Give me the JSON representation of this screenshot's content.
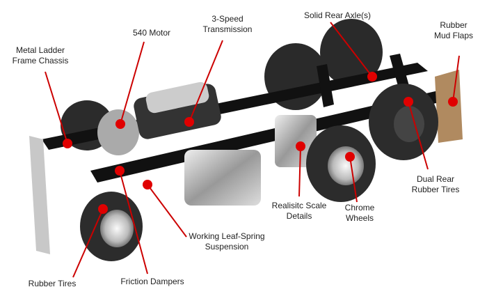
{
  "accent_color": "#e00000",
  "callouts": [
    {
      "id": "motor",
      "label": "540 Motor"
    },
    {
      "id": "transmission",
      "label": "3-Speed Transmission",
      "lines": [
        "3-Speed",
        "Transmission"
      ]
    },
    {
      "id": "rear-axle",
      "label": "Solid Rear Axle(s)"
    },
    {
      "id": "mud-flaps",
      "lines": [
        "Rubber",
        "Mud Flaps"
      ]
    },
    {
      "id": "frame",
      "lines": [
        "Metal Ladder",
        "Frame Chassis"
      ]
    },
    {
      "id": "dual-tires",
      "lines": [
        "Dual Rear",
        "Rubber Tires"
      ]
    },
    {
      "id": "chrome-wheels",
      "lines": [
        "Chrome",
        "Wheels"
      ]
    },
    {
      "id": "scale-details",
      "lines": [
        "Realisitc Scale",
        "Details"
      ]
    },
    {
      "id": "leaf-spring",
      "lines": [
        "Working Leaf-Spring",
        "Suspension"
      ]
    },
    {
      "id": "dampers",
      "label": "Friction Dampers"
    },
    {
      "id": "rubber-tires",
      "label": "Rubber Tires"
    }
  ]
}
